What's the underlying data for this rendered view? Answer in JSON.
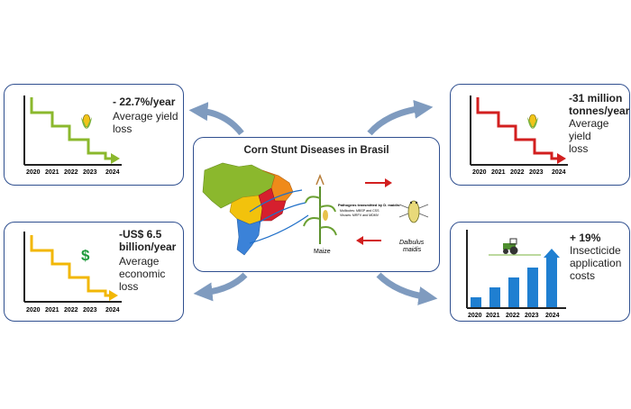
{
  "panels": {
    "top_left": {
      "value": "- 22.7%/year",
      "desc_line1": "Average yield",
      "desc_line2": "loss",
      "years": [
        "2020",
        "2021",
        "2022",
        "2023",
        "2024"
      ],
      "color": "#8bb82d"
    },
    "top_right": {
      "value_line1": "-31 million",
      "value_line2": "tonnes/year",
      "desc_line1": "Average yield",
      "desc_line2": "loss",
      "years": [
        "2020",
        "2021",
        "2022",
        "2023",
        "2024"
      ],
      "color": "#d21f1f"
    },
    "bottom_left": {
      "value_line1": "-US$ 6.5",
      "value_line2": "billion/year",
      "desc_line1": "Average",
      "desc_line2": "economic",
      "desc_line3": "loss",
      "dollar": "$",
      "years": [
        "2020",
        "2021",
        "2022",
        "2023",
        "2024"
      ],
      "color": "#f2b705"
    },
    "bottom_right": {
      "value": "+ 19%",
      "desc_line1": "Insecticide",
      "desc_line2": "application",
      "desc_line3": "costs",
      "years": [
        "2020",
        "2021",
        "2022",
        "2023",
        "2024"
      ],
      "bar_values": [
        1,
        2,
        3,
        4,
        5
      ],
      "color": "#1f7fd1"
    }
  },
  "center": {
    "title": "Corn Stunt Diseases in Brasil",
    "maize_label": "Maize",
    "insect_line1": "Dalbulus",
    "insect_line2": "maidis",
    "pathogens_title": "Pathogens transmitted by D. maidis:",
    "pathogens_line1": "Mollicutes: MBSP and CSS",
    "pathogens_line2": "Viruses: MRFV and MDMV"
  },
  "colors": {
    "border": "#2f4f8f",
    "arrow": "#7f9bbf"
  }
}
